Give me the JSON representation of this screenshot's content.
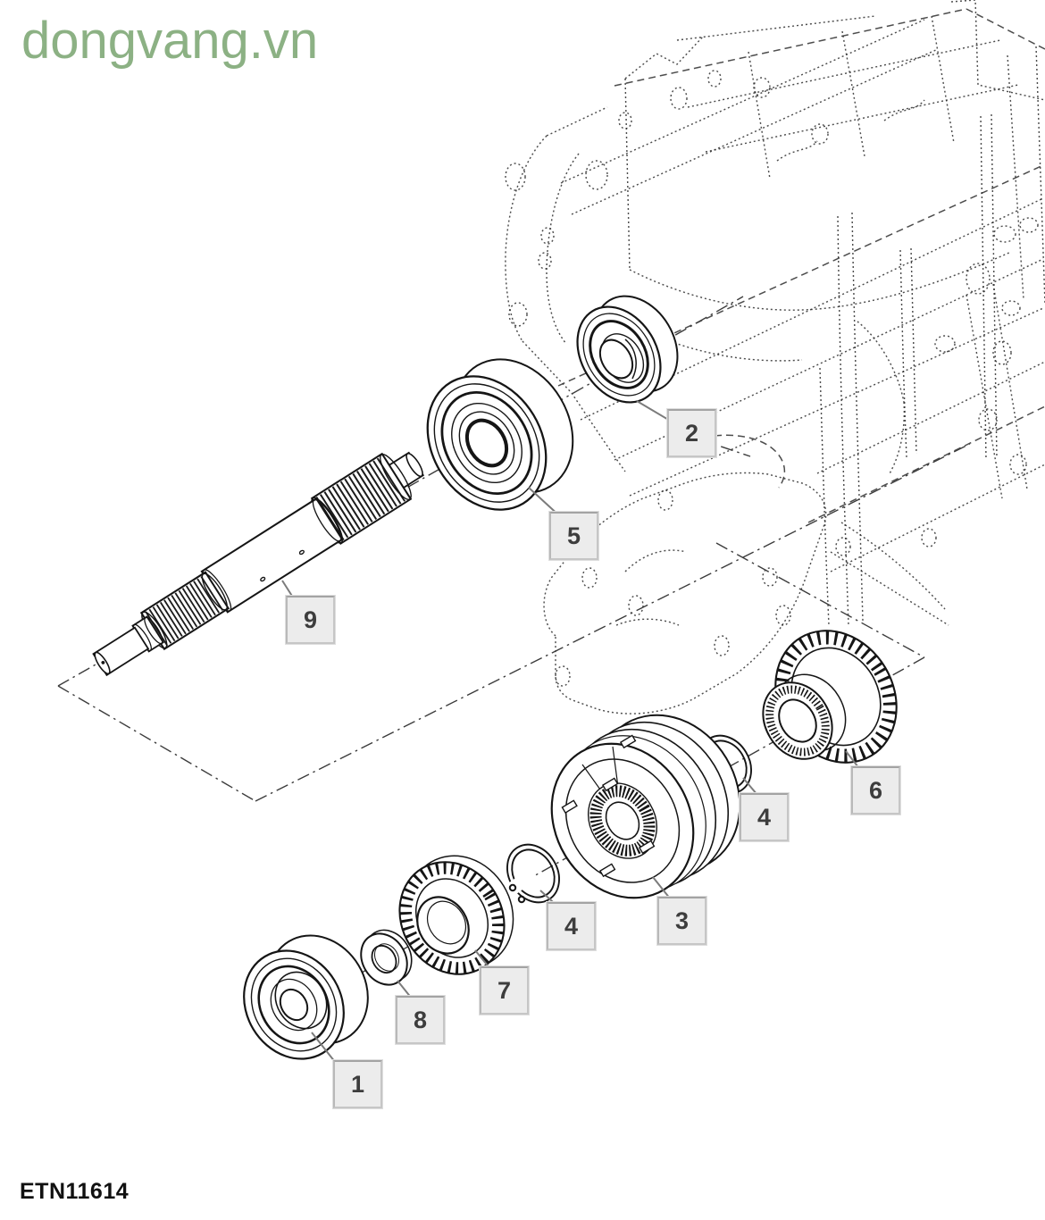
{
  "watermark": {
    "text": "dongvang.vn",
    "color": "#8CB184"
  },
  "figure": {
    "code": "ETN11614"
  },
  "colors": {
    "background": "#ffffff",
    "line_work": "#151515",
    "housing_hidden_lines": "#2e2e2e",
    "callout_background": "#ececec",
    "callout_border": "#c6c6c6",
    "callout_text": "#3d3d3d",
    "leader_line": "#7b7b7b"
  },
  "callouts": {
    "b2": {
      "label": "2"
    },
    "b5": {
      "label": "5"
    },
    "b9": {
      "label": "9"
    },
    "b6": {
      "label": "6"
    },
    "b4a": {
      "label": "4"
    },
    "b3": {
      "label": "3"
    },
    "b4b": {
      "label": "4"
    },
    "b7": {
      "label": "7"
    },
    "b8": {
      "label": "8"
    },
    "b1": {
      "label": "1"
    }
  }
}
